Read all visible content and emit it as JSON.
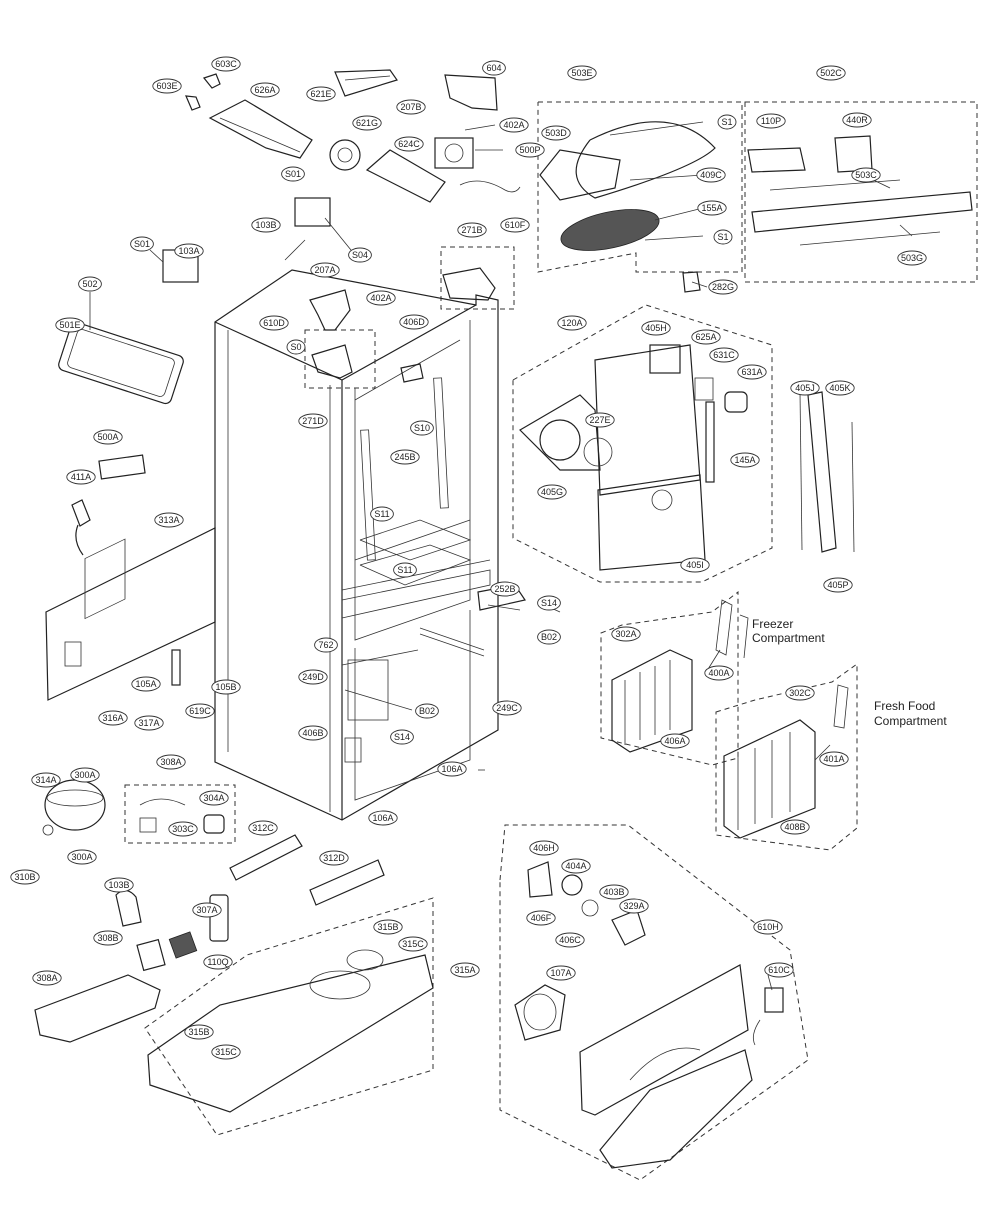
{
  "labels": [
    {
      "id": "603E",
      "text": "603E"
    },
    {
      "id": "603C",
      "text": "603C"
    },
    {
      "id": "626A",
      "text": "626A"
    },
    {
      "id": "621E",
      "text": "621E"
    },
    {
      "id": "604",
      "text": "604"
    },
    {
      "id": "503E",
      "text": "503E"
    },
    {
      "id": "502C",
      "text": "502C"
    },
    {
      "id": "207B",
      "text": "207B"
    },
    {
      "id": "402A",
      "text": "402A"
    },
    {
      "id": "621G",
      "text": "621G"
    },
    {
      "id": "624C",
      "text": "624C"
    },
    {
      "id": "500P",
      "text": "500P"
    },
    {
      "id": "503D",
      "text": "503D"
    },
    {
      "id": "S1a",
      "text": "S1"
    },
    {
      "id": "409C",
      "text": "409C"
    },
    {
      "id": "155A",
      "text": "155A"
    },
    {
      "id": "S1b",
      "text": "S1"
    },
    {
      "id": "110P",
      "text": "110P"
    },
    {
      "id": "440R",
      "text": "440R"
    },
    {
      "id": "503C",
      "text": "503C"
    },
    {
      "id": "503G",
      "text": "503G"
    },
    {
      "id": "S01a",
      "text": "S01"
    },
    {
      "id": "103B",
      "text": "103B"
    },
    {
      "id": "S04",
      "text": "S04"
    },
    {
      "id": "271B",
      "text": "271B"
    },
    {
      "id": "610F",
      "text": "610F"
    },
    {
      "id": "S01b",
      "text": "S01"
    },
    {
      "id": "103A",
      "text": "103A"
    },
    {
      "id": "207A",
      "text": "207A"
    },
    {
      "id": "282G",
      "text": "282G"
    },
    {
      "id": "502",
      "text": "502"
    },
    {
      "id": "402Ab",
      "text": "402A"
    },
    {
      "id": "501E",
      "text": "501E"
    },
    {
      "id": "610D",
      "text": "610D"
    },
    {
      "id": "406D",
      "text": "406D"
    },
    {
      "id": "S0",
      "text": "S0"
    },
    {
      "id": "120A",
      "text": "120A"
    },
    {
      "id": "405H",
      "text": "405H"
    },
    {
      "id": "625A",
      "text": "625A"
    },
    {
      "id": "631C",
      "text": "631C"
    },
    {
      "id": "631A",
      "text": "631A"
    },
    {
      "id": "271D",
      "text": "271D"
    },
    {
      "id": "S10",
      "text": "S10"
    },
    {
      "id": "405J",
      "text": "405J"
    },
    {
      "id": "405K",
      "text": "405K"
    },
    {
      "id": "227E",
      "text": "227E"
    },
    {
      "id": "245B",
      "text": "245B"
    },
    {
      "id": "500A",
      "text": "500A"
    },
    {
      "id": "145A",
      "text": "145A"
    },
    {
      "id": "411A",
      "text": "411A"
    },
    {
      "id": "405G",
      "text": "405G"
    },
    {
      "id": "S11a",
      "text": "S11"
    },
    {
      "id": "313A",
      "text": "313A"
    },
    {
      "id": "S11b",
      "text": "S11"
    },
    {
      "id": "405I",
      "text": "405I"
    },
    {
      "id": "405P",
      "text": "405P"
    },
    {
      "id": "252B",
      "text": "252B"
    },
    {
      "id": "S14a",
      "text": "S14"
    },
    {
      "id": "B02a",
      "text": "B02"
    },
    {
      "id": "302A",
      "text": "302A"
    },
    {
      "id": "762",
      "text": "762"
    },
    {
      "id": "105A",
      "text": "105A"
    },
    {
      "id": "249D",
      "text": "249D"
    },
    {
      "id": "105B",
      "text": "105B"
    },
    {
      "id": "400A",
      "text": "400A"
    },
    {
      "id": "B02b",
      "text": "B02"
    },
    {
      "id": "249C",
      "text": "249C"
    },
    {
      "id": "316A",
      "text": "316A"
    },
    {
      "id": "317A",
      "text": "317A"
    },
    {
      "id": "619C",
      "text": "619C"
    },
    {
      "id": "406B",
      "text": "406B"
    },
    {
      "id": "S14b",
      "text": "S14"
    },
    {
      "id": "406A",
      "text": "406A"
    },
    {
      "id": "302C",
      "text": "302C"
    },
    {
      "id": "308A",
      "text": "308A"
    },
    {
      "id": "106Aa",
      "text": "106A"
    },
    {
      "id": "401A",
      "text": "401A"
    },
    {
      "id": "314A",
      "text": "314A"
    },
    {
      "id": "300A",
      "text": "300A"
    },
    {
      "id": "304A",
      "text": "304A"
    },
    {
      "id": "303C",
      "text": "303C"
    },
    {
      "id": "106Ab",
      "text": "106A"
    },
    {
      "id": "312C",
      "text": "312C"
    },
    {
      "id": "408B",
      "text": "408B"
    },
    {
      "id": "300Ab",
      "text": "300A"
    },
    {
      "id": "310B",
      "text": "310B"
    },
    {
      "id": "312D",
      "text": "312D"
    },
    {
      "id": "406H",
      "text": "406H"
    },
    {
      "id": "404A",
      "text": "404A"
    },
    {
      "id": "103Bb",
      "text": "103B"
    },
    {
      "id": "403B",
      "text": "403B"
    },
    {
      "id": "307A",
      "text": "307A"
    },
    {
      "id": "406F",
      "text": "406F"
    },
    {
      "id": "329A",
      "text": "329A"
    },
    {
      "id": "610H",
      "text": "610H"
    },
    {
      "id": "308B",
      "text": "308B"
    },
    {
      "id": "315B",
      "text": "315B"
    },
    {
      "id": "315C",
      "text": "315C"
    },
    {
      "id": "406C",
      "text": "406C"
    },
    {
      "id": "110Q",
      "text": "110Q"
    },
    {
      "id": "315A",
      "text": "315A"
    },
    {
      "id": "610C",
      "text": "610C"
    },
    {
      "id": "308Ab",
      "text": "308A"
    },
    {
      "id": "107A",
      "text": "107A"
    },
    {
      "id": "315Bb",
      "text": "315B"
    },
    {
      "id": "315Cb",
      "text": "315C"
    }
  ],
  "section_labels": {
    "freezer": [
      "Freezer",
      "Compartment"
    ],
    "fresh_food": [
      "Fresh Food",
      "Compartment"
    ]
  }
}
